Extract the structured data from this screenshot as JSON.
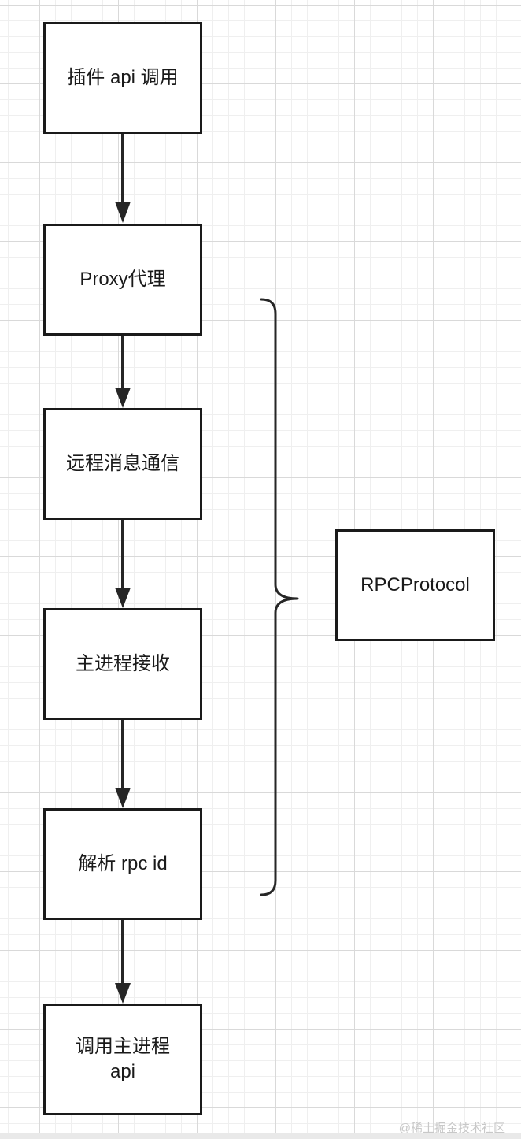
{
  "diagram": {
    "steps": [
      "插件 api 调用",
      "Proxy代理",
      "远程消息通信",
      "主进程接收",
      "解析 rpc  id",
      "调用主进程\napi"
    ],
    "group_label": "RPCProtocol"
  },
  "watermark": "@稀土掘金技术社区"
}
